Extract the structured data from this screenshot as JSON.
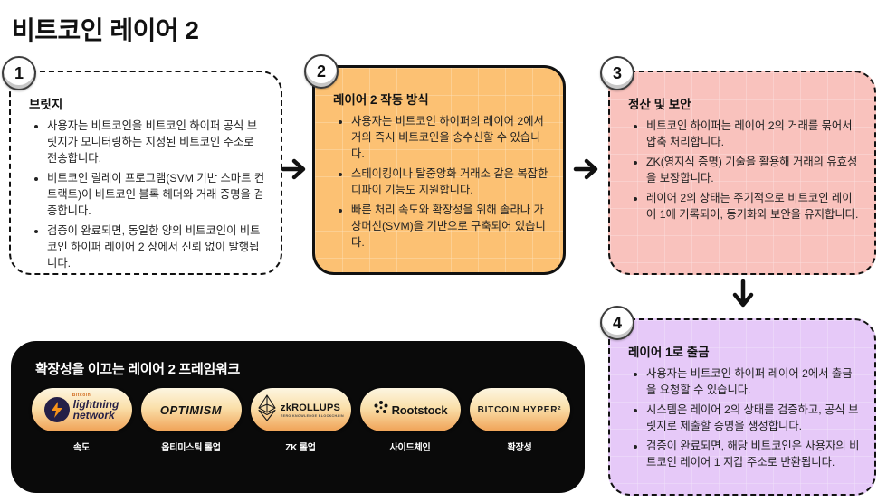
{
  "title": "비트코인 레이어 2",
  "steps": [
    {
      "number": "1",
      "heading": "브릿지",
      "bullets": [
        "사용자는 비트코인을 비트코인 하이퍼 공식 브릿지가 모니터링하는 지정된 비트코인 주소로 전송합니다.",
        "비트코인 릴레이 프로그램(SVM 기반 스마트 컨트랙트)이 비트코인 블록 헤더와 거래 증명을 검증합니다.",
        "검증이 완료되면, 동일한 양의 비트코인이 비트코인 하이퍼 레이어 2 상에서 신뢰 없이 발행됩니다."
      ]
    },
    {
      "number": "2",
      "heading": "레이어 2 작동 방식",
      "bullets": [
        "사용자는 비트코인 하이퍼의 레이어 2에서 거의 즉시 비트코인을 송수신할 수 있습니다.",
        "스테이킹이나 탈중앙화 거래소 같은 복잡한 디파이 기능도 지원합니다.",
        "빠른 처리 속도와 확장성을 위해 솔라나 가상머신(SVM)을 기반으로 구축되어 있습니다."
      ]
    },
    {
      "number": "3",
      "heading": "정산 및 보안",
      "bullets": [
        "비트코인 하이퍼는 레이어 2의 거래를 묶어서 압축 처리합니다.",
        "ZK(영지식 증명) 기술을 활용해 거래의 유효성을 보장합니다.",
        "레이어 2의 상태는 주기적으로 비트코인 레이어 1에 기록되어, 동기화와 보안을 유지합니다."
      ]
    },
    {
      "number": "4",
      "heading": "레이어 1로 출금",
      "bullets": [
        "사용자는 비트코인 하이퍼 레이어 2에서 출금을 요청할 수 있습니다.",
        "시스템은 레이어 2의 상태를 검증하고, 공식 브릿지로 제출할 증명을 생성합니다.",
        "검증이 완료되면, 해당 비트코인은 사용자의 비트코인 레이어 1 지갑 주소로 반환됩니다."
      ]
    }
  ],
  "framework_panel": {
    "title": "확장성을 이끄는 레이어 2 프레임워크",
    "items": [
      {
        "brand_top": "Bitcoin",
        "brand_line1": "lightning",
        "brand_line2": "network",
        "label": "속도"
      },
      {
        "brand": "OPTIMISM",
        "label": "옵티미스틱 롤업"
      },
      {
        "brand": "zkROLLUPS",
        "brand_sub": "ZERO KNOWLEDGE BLOCKCHAIN",
        "label": "ZK 롤업"
      },
      {
        "brand": "Rootstock",
        "label": "사이드체인"
      },
      {
        "brand": "BITCOIN HYPER²",
        "label": "확장성"
      }
    ]
  },
  "colors": {
    "box2_bg": "#fcc173",
    "box3_bg": "#f9c2bd",
    "box4_bg": "#e6c9f8",
    "panel_bg": "#0a0a0a",
    "bolt_orange": "#f7931a",
    "ln_navy": "#241f47"
  }
}
